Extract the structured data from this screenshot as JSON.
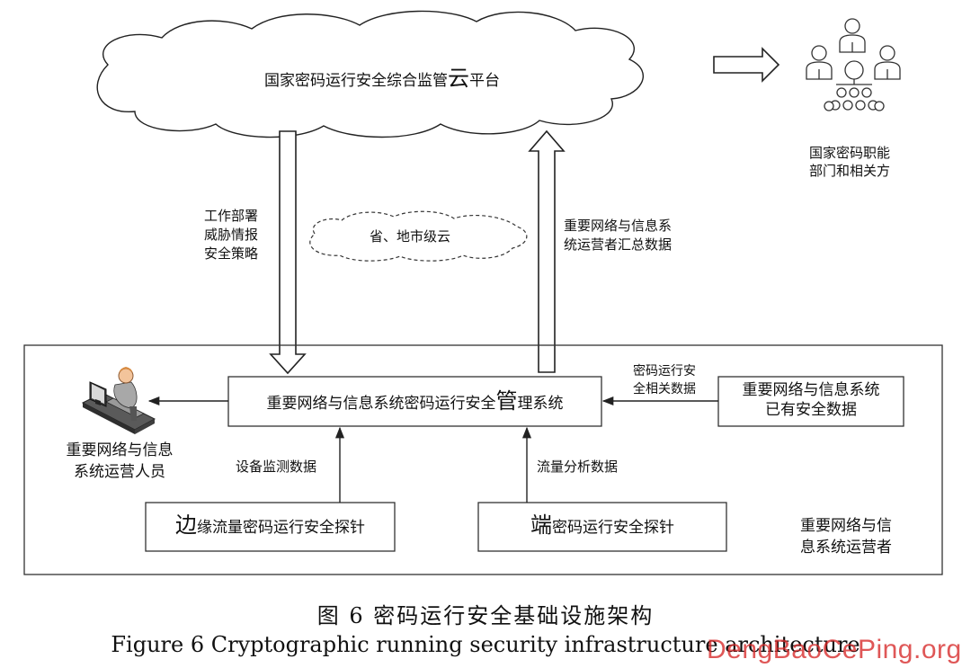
{
  "national_platform": {
    "prefix": "国家密码运行安全综合监管",
    "big_char": "云",
    "suffix": "平台"
  },
  "national_departments": {
    "line1": "国家密码职能",
    "line2": "部门和相关方"
  },
  "provincial_cloud": "省、地市级云",
  "down_flow": {
    "line1": "工作部署",
    "line2": "威胁情报",
    "line3": "安全策略"
  },
  "up_flow": {
    "line1": "重要网络与信息系",
    "line2": "统运营者汇总数据"
  },
  "management_system": {
    "prefix": "重要网络与信息系统密码运行安全",
    "big_char": "管",
    "suffix": "理系统"
  },
  "crypto_data_label": {
    "line1": "密码运行安",
    "line2": "全相关数据"
  },
  "existing_data": {
    "line1": "重要网络与信息系统",
    "line2": "已有安全数据"
  },
  "operators_staff": {
    "line1": "重要网络与信息",
    "line2": "系统运营人员"
  },
  "device_monitoring_label": "设备监测数据",
  "traffic_analysis_label": "流量分析数据",
  "edge_probe": {
    "big_char": "边",
    "suffix": "缘流量密码运行安全探针"
  },
  "end_probe": {
    "big_char": "端",
    "suffix": "密码运行安全探针"
  },
  "operator_region": {
    "line1": "重要网络与信",
    "line2": "息系统运营者"
  },
  "caption_cn": "图 6  密码运行安全基础设施架构",
  "caption_en": "Figure 6  Cryptographic running security infrastructure architecture",
  "watermark": "DengBaoCePing.org",
  "icons": [
    "people-group-icon",
    "operator-computer-icon"
  ]
}
